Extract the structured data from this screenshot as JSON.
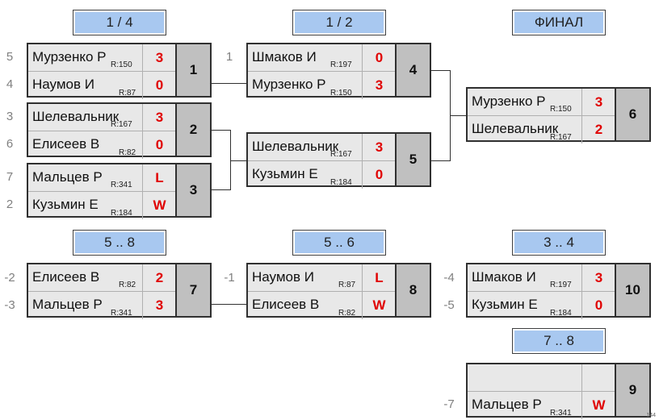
{
  "headers": {
    "quarter": "1 / 4",
    "semi": "1 / 2",
    "final": "ФИНАЛ",
    "place58": "5 .. 8",
    "place56": "5 .. 6",
    "place34": "3 .. 4",
    "place78": "7 .. 8"
  },
  "matches": {
    "m1": {
      "num": "1",
      "p1": {
        "seed": "5",
        "name": "Мурзенко Р",
        "rating": "R:150",
        "score": "3"
      },
      "p2": {
        "seed": "4",
        "name": "Наумов И",
        "rating": "R:87",
        "score": "0"
      }
    },
    "m2": {
      "num": "2",
      "p1": {
        "seed": "3",
        "name": "Шелевальник",
        "rating": "R:167",
        "score": "3"
      },
      "p2": {
        "seed": "6",
        "name": "Елисеев В",
        "rating": "R:82",
        "score": "0"
      }
    },
    "m3": {
      "num": "3",
      "p1": {
        "seed": "7",
        "name": "Мальцев Р",
        "rating": "R:341",
        "score": "L"
      },
      "p2": {
        "seed": "2",
        "name": "Кузьмин Е",
        "rating": "R:184",
        "score": "W"
      }
    },
    "m4": {
      "num": "4",
      "p1": {
        "seed": "1",
        "name": "Шмаков И",
        "rating": "R:197",
        "score": "0"
      },
      "p2": {
        "name": "Мурзенко Р",
        "rating": "R:150",
        "score": "3"
      }
    },
    "m5": {
      "num": "5",
      "p1": {
        "name": "Шелевальник",
        "rating": "R:167",
        "score": "3"
      },
      "p2": {
        "name": "Кузьмин Е",
        "rating": "R:184",
        "score": "0"
      }
    },
    "m6": {
      "num": "6",
      "p1": {
        "name": "Мурзенко Р",
        "rating": "R:150",
        "score": "3"
      },
      "p2": {
        "name": "Шелевальник",
        "rating": "R:167",
        "score": "2"
      }
    },
    "m7": {
      "num": "7",
      "p1": {
        "seed": "-2",
        "name": "Елисеев В",
        "rating": "R:82",
        "score": "2"
      },
      "p2": {
        "seed": "-3",
        "name": "Мальцев Р",
        "rating": "R:341",
        "score": "3"
      }
    },
    "m8": {
      "num": "8",
      "p1": {
        "seed": "-1",
        "name": "Наумов И",
        "rating": "R:87",
        "score": "L"
      },
      "p2": {
        "name": "Елисеев В",
        "rating": "R:82",
        "score": "W"
      }
    },
    "m10": {
      "num": "10",
      "p1": {
        "seed": "-4",
        "name": "Шмаков И",
        "rating": "R:197",
        "score": "3"
      },
      "p2": {
        "seed": "-5",
        "name": "Кузьмин Е",
        "rating": "R:184",
        "score": "0"
      }
    },
    "m9": {
      "num": "9",
      "p1": {
        "name": "",
        "rating": "",
        "score": ""
      },
      "p2": {
        "seed": "-7",
        "name": "Мальцев Р",
        "rating": "R:341",
        "score": "W"
      }
    }
  },
  "watermark": "144"
}
